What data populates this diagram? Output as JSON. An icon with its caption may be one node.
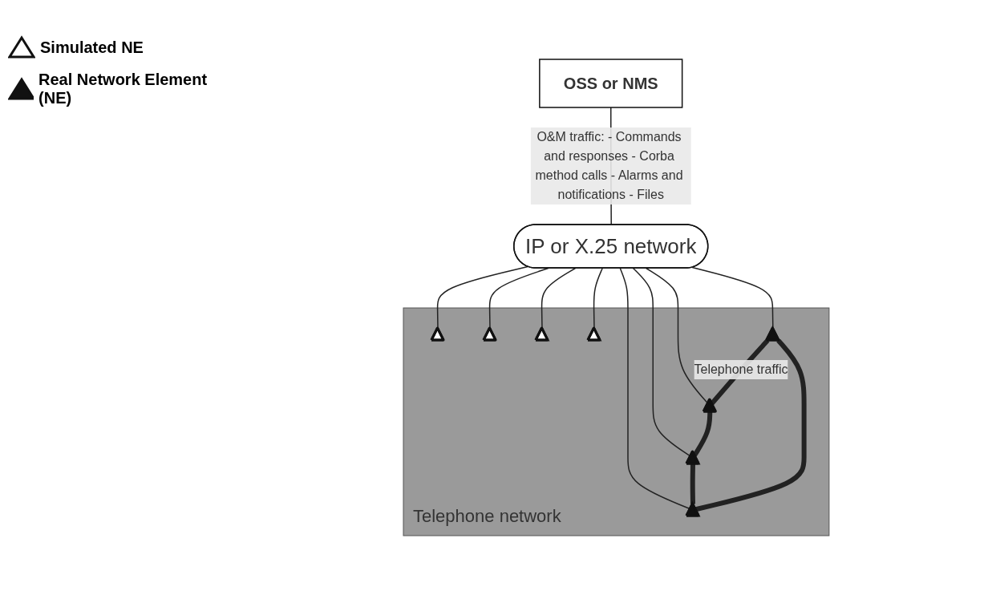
{
  "diagram": {
    "nodes": [
      {
        "text": [
          "OSS or NMS"
        ]
      },
      {
        "text": [
          "IP or X.25 network"
        ]
      },
      {
        "text": [
          "Telephone network"
        ]
      },
      {
        "text": [],
        "shape": "triangle",
        "in": 2
      },
      {
        "text": [],
        "shape": "triangle",
        "in": 2
      },
      {
        "text": [],
        "shape": "triangle",
        "in": 2
      },
      {
        "text": [],
        "shape": "triangle",
        "in": 2
      },
      {
        "text": [],
        "shape": "triangle",
        "in": 2
      },
      {
        "text": [],
        "shape": "triangle",
        "in": 2
      },
      {
        "text": [],
        "shape": "triangle",
        "in": 2
      },
      {
        "text": [],
        "shape": "triangle",
        "in": 2
      }
    ],
    "edges": [
      {
        "from": 0,
        "to": 1,
        "arrow": "none",
        "label": "O&M traffic: - Commands and responses - Corba method calls - Alarms and notifications - Files"
      },
      {
        "from": 1,
        "to": 3,
        "arrow": "none"
      },
      {
        "from": 1,
        "to": 4,
        "arrow": "none"
      },
      {
        "from": 1,
        "to": 5,
        "arrow": "none"
      },
      {
        "from": 1,
        "to": 6,
        "arrow": "none"
      },
      {
        "from": 1,
        "to": 7,
        "arrow": "none"
      },
      {
        "from": 1,
        "to": 8,
        "arrow": "none"
      },
      {
        "from": 1,
        "to": 9,
        "arrow": "none"
      },
      {
        "from": 1,
        "to": 10,
        "arrow": "none"
      },
      {
        "from": 7,
        "to": 10,
        "arrow": "none",
        "style": "thick",
        "label": "Telephone traffic"
      },
      {
        "from": 10,
        "to": 9,
        "arrow": "none",
        "style": "thick"
      },
      {
        "from": 9,
        "to": 8,
        "arrow": "none",
        "style": "thick"
      },
      {
        "from": 8,
        "to": 7,
        "arrow": "none",
        "style": "thick"
      }
    ],
    "legend": [
      {
        "text": "Simulated NE"
      },
      {
        "text": "Real Network Element (NE)"
      }
    ]
  }
}
